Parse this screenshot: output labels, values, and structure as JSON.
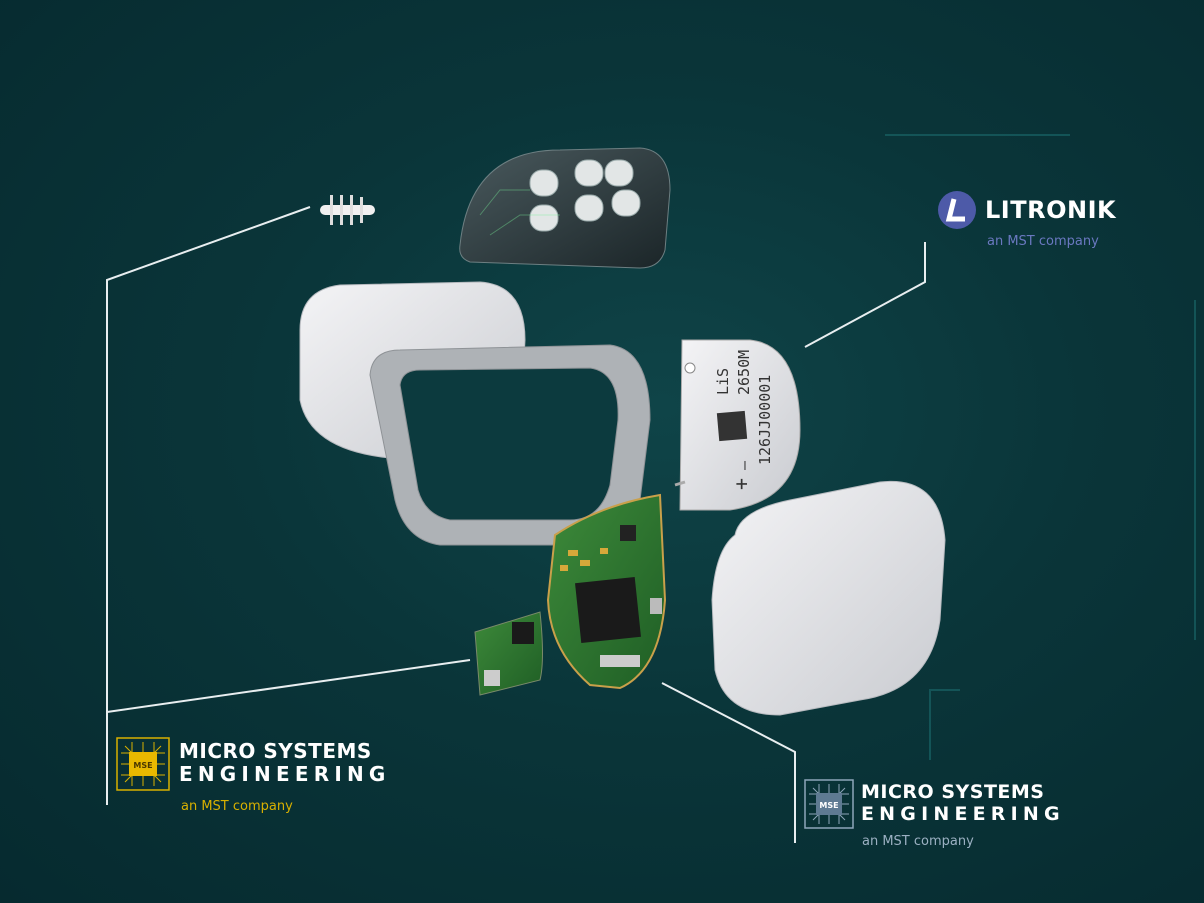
{
  "logos": {
    "litronik": {
      "name": "LITRONIK",
      "tagline": "an MST company",
      "color": "#4d5aa8"
    },
    "mse_left": {
      "line1": "MICRO SYSTEMS",
      "line2": "ENGINEERING",
      "tagline": "an MST company",
      "badge": "MSE",
      "color": "#d8b000"
    },
    "mse_right": {
      "line1": "MICRO SYSTEMS",
      "line2": "ENGINEERING",
      "tagline": "an MST company",
      "badge": "MSE",
      "color": "#8ea6ba"
    }
  },
  "battery": {
    "brand": "LiS",
    "model": "2650M",
    "serial": "126JJ00001",
    "plus": "+",
    "minus": "—"
  }
}
